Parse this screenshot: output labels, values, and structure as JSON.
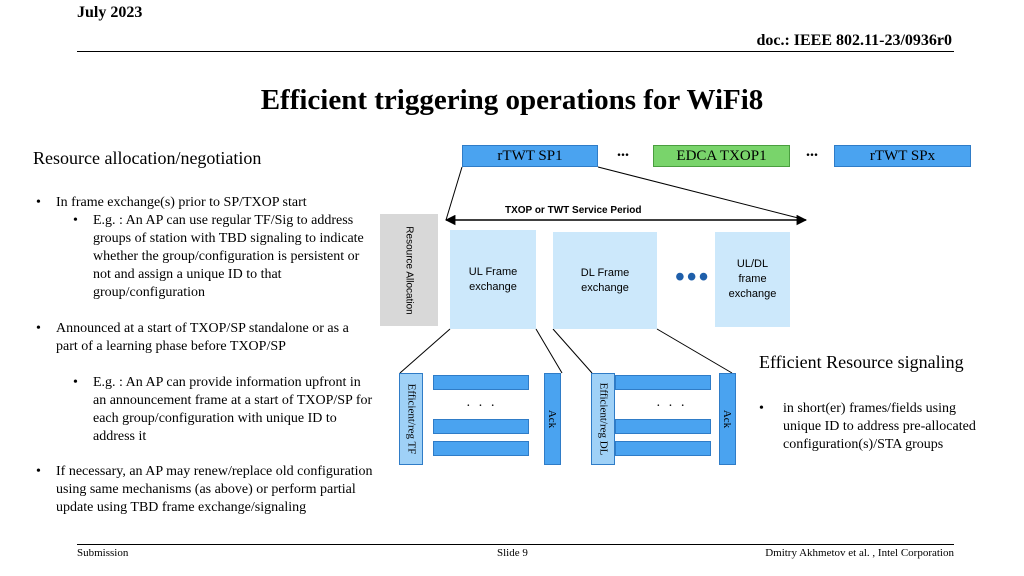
{
  "header": {
    "date": "July 2023",
    "doc": "doc.: IEEE 802.11-23/0936r0"
  },
  "title": "Efficient triggering operations for WiFi8",
  "left": {
    "heading": "Resource allocation/negotiation",
    "b1": "In frame exchange(s) prior to SP/TXOP start",
    "b1a": "E.g. : An AP can use regular TF/Sig to address groups of station with TBD signaling to indicate whether the group/configuration is persistent or not and assign a unique ID to that group/configuration",
    "b2": "Announced at a start of TXOP/SP standalone or as a part of a learning phase before TXOP/SP",
    "b2a": "E.g. : An AP can provide information upfront in an  announcement frame at a start of TXOP/SP for each group/configuration with unique ID to address it",
    "b3": "If necessary, an AP may renew/replace old configuration using same mechanisms (as above) or perform partial update using TBD frame exchange/signaling",
    "bullet": "•"
  },
  "diagram": {
    "rtwt_sp1": "rTWT SP1",
    "edca_txop1": "EDCA TXOP1",
    "rtwt_spx": "rTWT SPx",
    "ellipsis": "...",
    "txop_label": "TXOP or TWT Service Period",
    "resource_allocation": "Resource Allocation",
    "ul_frame": "UL Frame exchange",
    "dl_frame": "DL Frame exchange",
    "ul_dl_frame": "UL/DL frame exchange",
    "big_dots": "•••",
    "small_dots": "· · ·",
    "eff_tf": "Efficient/reg TF",
    "ack": "Ack",
    "eff_dl": "Efficient/reg  DL",
    "colors": {
      "blue": "#4aa3f0",
      "green": "#79d46b",
      "light_blue": "#cce8fb",
      "grey": "#d8d8d8"
    }
  },
  "right": {
    "heading": "Efficient Resource signaling",
    "b1": "in short(er) frames/fields using unique ID to address pre-allocated configuration(s)/STA groups",
    "bullet": "•"
  },
  "footer": {
    "left": "Submission",
    "center": "Slide 9",
    "right": "Dmitry Akhmetov et al. , Intel Corporation"
  }
}
